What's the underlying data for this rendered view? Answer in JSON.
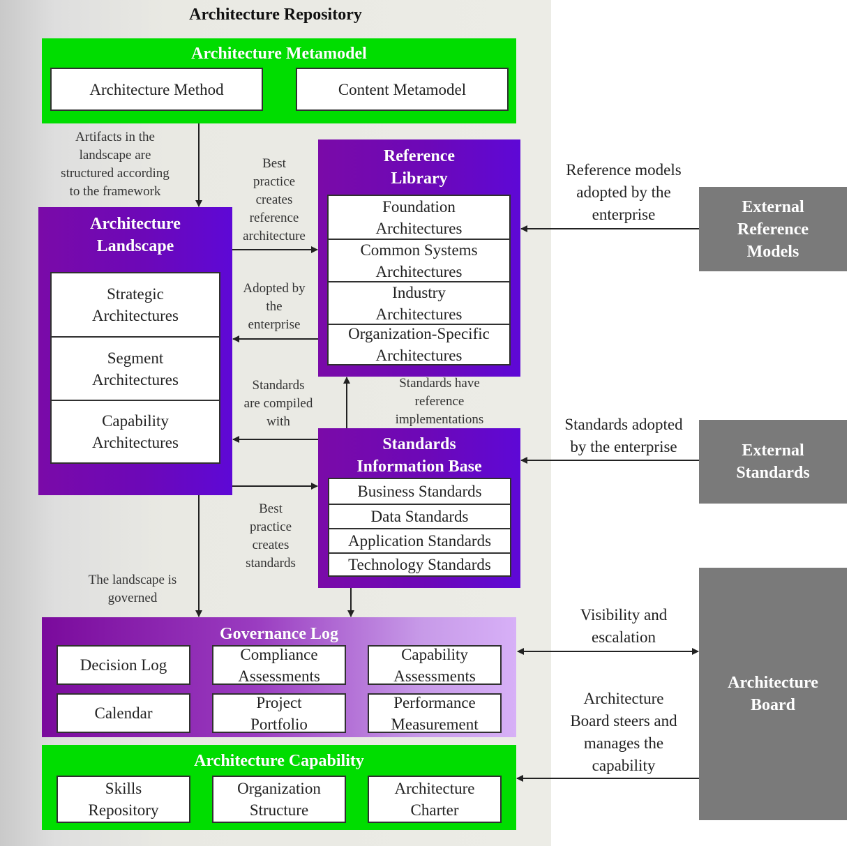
{
  "repository": {
    "title": "Architecture Repository"
  },
  "metamodel": {
    "title": "Architecture Metamodel",
    "items": [
      "Architecture Method",
      "Content Metamodel"
    ]
  },
  "landscape": {
    "title_line1": "Architecture",
    "title_line2": "Landscape",
    "items": [
      {
        "line1": "Strategic",
        "line2": "Architectures"
      },
      {
        "line1": "Segment",
        "line2": "Architectures"
      },
      {
        "line1": "Capability",
        "line2": "Architectures"
      }
    ]
  },
  "reference_library": {
    "title_line1": "Reference",
    "title_line2": "Library",
    "items": [
      {
        "line1": "Foundation",
        "line2": "Architectures"
      },
      {
        "line1": "Common Systems",
        "line2": "Architectures"
      },
      {
        "line1": "Industry",
        "line2": "Architectures"
      },
      {
        "line1": "Organization-Specific",
        "line2": "Architectures"
      }
    ]
  },
  "standards_base": {
    "title_line1": "Standards",
    "title_line2": "Information Base",
    "items": [
      "Business Standards",
      "Data Standards",
      "Application Standards",
      "Technology Standards"
    ]
  },
  "governance_log": {
    "title": "Governance Log",
    "items": [
      {
        "line1": "Decision Log",
        "line2": ""
      },
      {
        "line1": "Compliance",
        "line2": "Assessments"
      },
      {
        "line1": "Capability",
        "line2": "Assessments"
      },
      {
        "line1": "Calendar",
        "line2": ""
      },
      {
        "line1": "Project",
        "line2": "Portfolio"
      },
      {
        "line1": "Performance",
        "line2": "Measurement"
      }
    ]
  },
  "capability": {
    "title": "Architecture Capability",
    "items": [
      {
        "line1": "Skills",
        "line2": "Repository"
      },
      {
        "line1": "Organization",
        "line2": "Structure"
      },
      {
        "line1": "Architecture",
        "line2": "Charter"
      }
    ]
  },
  "external": {
    "reference_models": [
      "External",
      "Reference",
      "Models"
    ],
    "standards": [
      "External",
      "Standards"
    ],
    "board": [
      "Architecture",
      "Board"
    ]
  },
  "annotations": {
    "artifacts": [
      "Artifacts in the",
      "landscape are",
      "structured according",
      "to the framework"
    ],
    "best_practice_ref": [
      "Best",
      "practice",
      "creates",
      "reference",
      "architecture"
    ],
    "adopted": [
      "Adopted by",
      "the",
      "enterprise"
    ],
    "standards_compiled": [
      "Standards",
      "are compiled",
      "with"
    ],
    "standards_ref_impl": [
      "Standards have",
      "reference",
      "implementations"
    ],
    "best_practice_std": [
      "Best",
      "practice",
      "creates",
      "standards"
    ],
    "landscape_governed": [
      "The landscape is",
      "governed"
    ],
    "ref_models_adopted": [
      "Reference models",
      "adopted by the",
      "enterprise"
    ],
    "standards_adopted": [
      "Standards adopted",
      "by the enterprise"
    ],
    "visibility": [
      "Visibility and",
      "escalation"
    ],
    "board_steers": [
      "Architecture",
      "Board steers and",
      "manages the",
      "capability"
    ]
  },
  "colors": {
    "green": "#00dd00",
    "purple": "#6c08b8",
    "external_grey": "#7a7a7a"
  }
}
